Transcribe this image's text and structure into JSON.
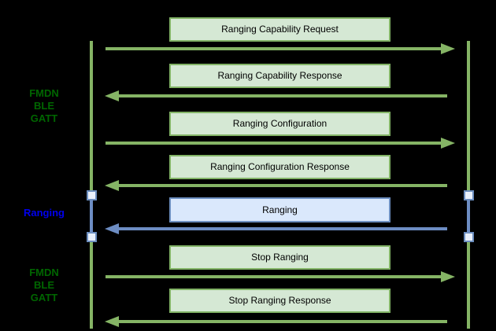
{
  "diagram": {
    "type": "sequence-diagram",
    "side_labels": [
      {
        "name": "fmdn-ble-gatt-top",
        "text": "FMDN\nBLE\nGATT",
        "color": "#006600"
      },
      {
        "name": "ranging",
        "text": "Ranging",
        "color": "#0000ee"
      },
      {
        "name": "fmdn-ble-gatt-bottom",
        "text": "FMDN\nBLE\nGATT",
        "color": "#006600"
      }
    ],
    "messages": [
      {
        "label": "Ranging Capability Request",
        "direction": "right",
        "theme": "green"
      },
      {
        "label": "Ranging Capability Response",
        "direction": "left",
        "theme": "green"
      },
      {
        "label": "Ranging Configuration",
        "direction": "right",
        "theme": "green"
      },
      {
        "label": "Ranging Configuration Response",
        "direction": "left",
        "theme": "green"
      },
      {
        "label": "Ranging",
        "direction": "left",
        "theme": "blue"
      },
      {
        "label": "Stop Ranging",
        "direction": "right",
        "theme": "green"
      },
      {
        "label": "Stop Ranging Response",
        "direction": "left",
        "theme": "green"
      }
    ],
    "colors": {
      "background": "#000000",
      "green_line": "#85b465",
      "green_box_fill": "#d5e8d4",
      "green_box_border": "#82b366",
      "blue_line": "#6d8dc3",
      "blue_box_fill": "#dae8fc",
      "blue_box_border": "#6c8ebf",
      "marker_fill": "#e9f0fb",
      "label_green": "#006600",
      "label_blue": "#0000ee",
      "box_text": "#000000"
    }
  }
}
